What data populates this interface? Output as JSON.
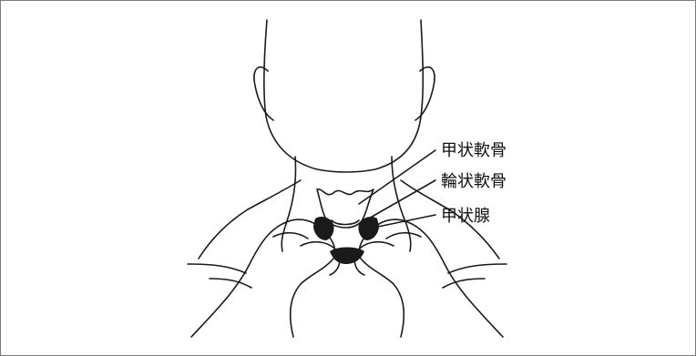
{
  "labels": {
    "thyroid_cartilage": "甲状軟骨",
    "cricoid_cartilage": "輪状軟骨",
    "thyroid_gland": "甲状腺"
  },
  "colors": {
    "line": "#1a1a1a",
    "gland_fill": "#1a1a1a",
    "frame": "#7a7a7a"
  }
}
